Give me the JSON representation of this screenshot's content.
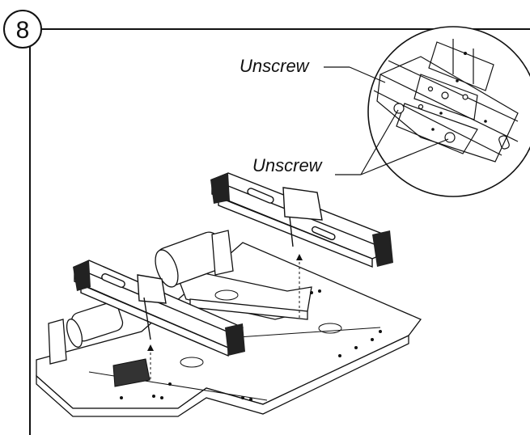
{
  "step": {
    "number": "8"
  },
  "callouts": [
    {
      "label": "Unscrew"
    },
    {
      "label": "Unscrew"
    }
  ],
  "colors": {
    "line": "#111111",
    "background": "#ffffff"
  }
}
